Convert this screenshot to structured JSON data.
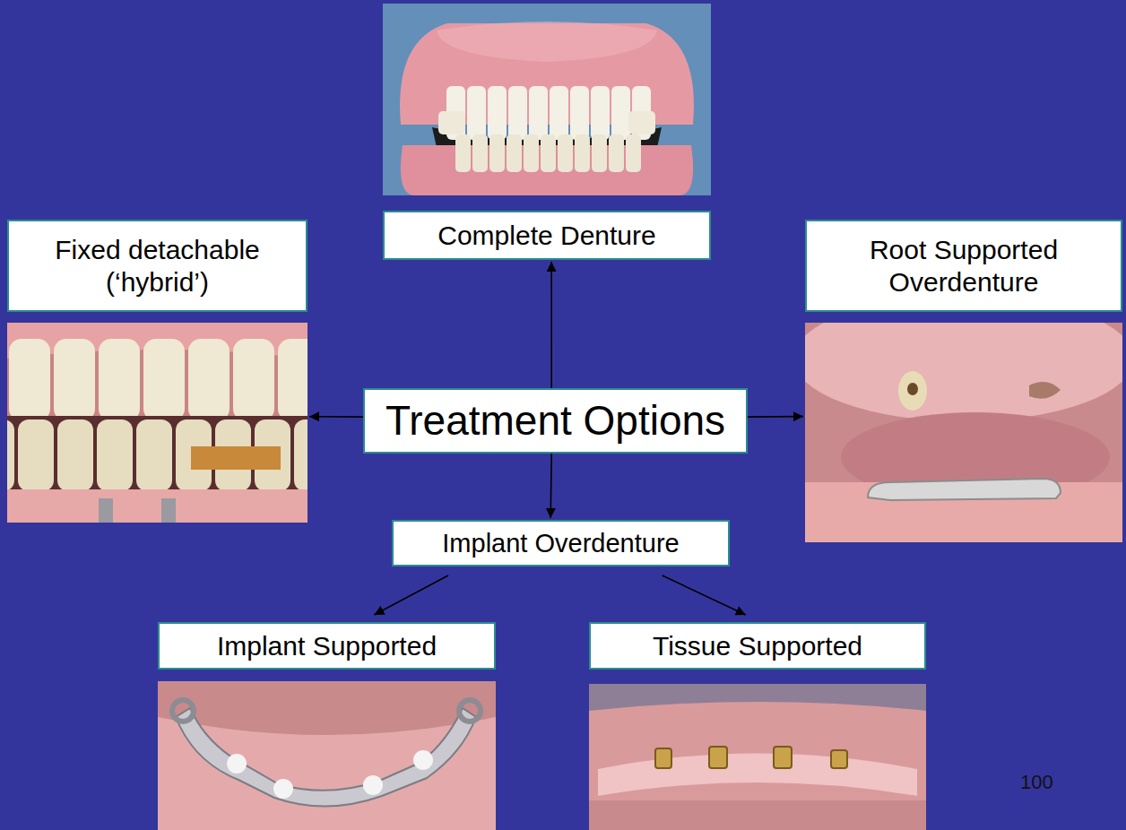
{
  "diagram": {
    "nodes": [
      {
        "text": [
          "Complete Denture"
        ]
      },
      {
        "text": [
          "Fixed detachable (‘hybrid’)"
        ]
      },
      {
        "text": [
          "Root Supported Overdenture"
        ]
      },
      {
        "text": [
          "Treatment Options"
        ]
      },
      {
        "text": [
          "Implant Overdenture"
        ]
      },
      {
        "text": [
          "Implant Supported"
        ]
      },
      {
        "text": [
          "Tissue Supported"
        ]
      }
    ],
    "edges": [
      {
        "from": 3,
        "to": 0,
        "arrow": "to"
      },
      {
        "from": 3,
        "to": 1,
        "arrow": "to"
      },
      {
        "from": 3,
        "to": 2,
        "arrow": "to"
      },
      {
        "from": 3,
        "to": 4,
        "arrow": "to"
      },
      {
        "from": 4,
        "to": 5,
        "arrow": "to"
      },
      {
        "from": 4,
        "to": 6,
        "arrow": "to"
      }
    ],
    "labels": [
      "100"
    ]
  }
}
